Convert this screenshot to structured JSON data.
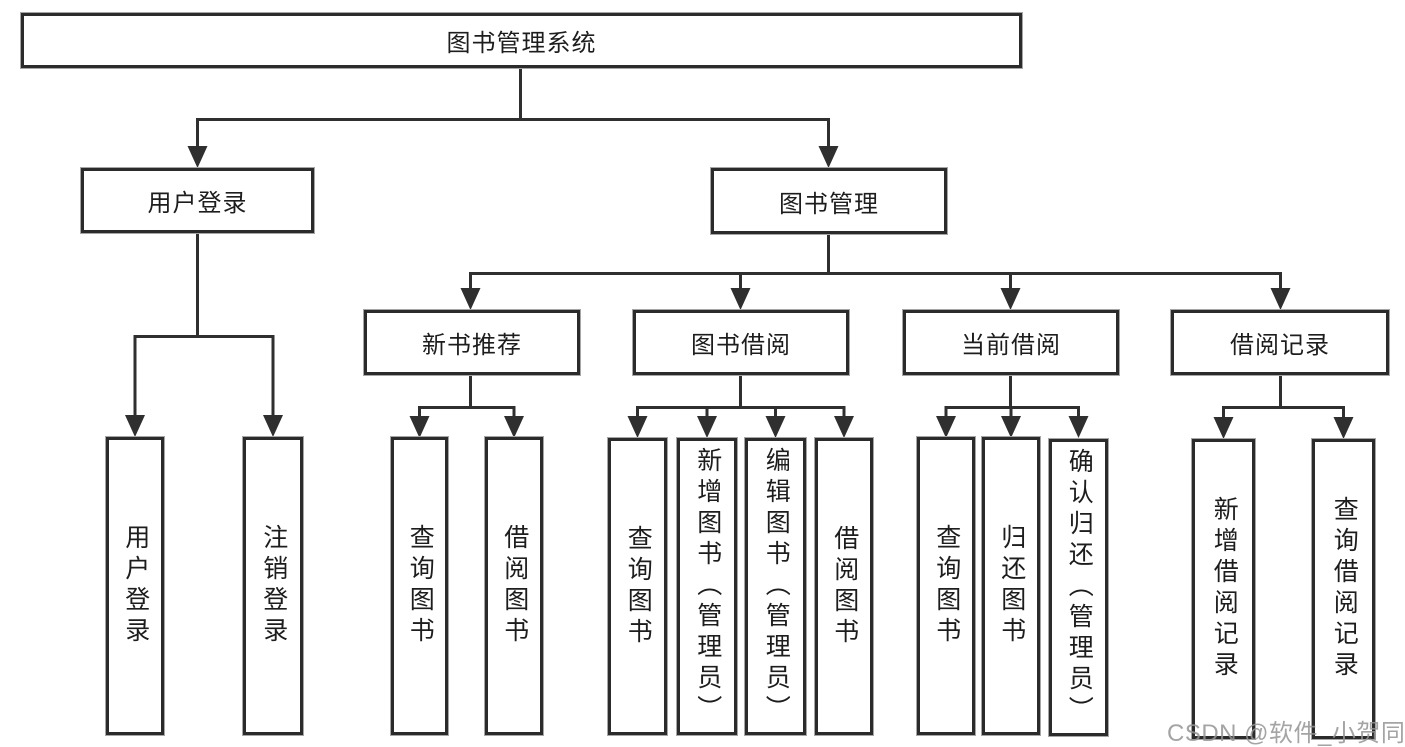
{
  "nodes": {
    "root": "图书管理系统",
    "level2": {
      "user_login": "用户登录",
      "book_mgmt": "图书管理"
    },
    "level3": {
      "new_books": "新书推荐",
      "book_borrow": "图书借阅",
      "current_borrow": "当前借阅",
      "borrow_records": "借阅记录"
    }
  },
  "leaves": {
    "user_login": [
      "用户登录",
      "注销登录"
    ],
    "new_books": [
      "查询图书",
      "借阅图书"
    ],
    "book_borrow": [
      "查询图书",
      "新增图书（管理员）",
      "编辑图书（管理员）",
      "借阅图书"
    ],
    "current_borrow": [
      "查询图书",
      "归还图书",
      "确认归还（管理员）"
    ],
    "borrow_records": [
      "新增借阅记录",
      "查询借阅记录"
    ]
  },
  "watermark": "CSDN @软件_小贺同学",
  "colors": {
    "line": "#2f2f2f",
    "box_border": "#2b2b2b",
    "text": "#1d1d1d",
    "watermark": "#949494",
    "background": "#ffffff"
  }
}
